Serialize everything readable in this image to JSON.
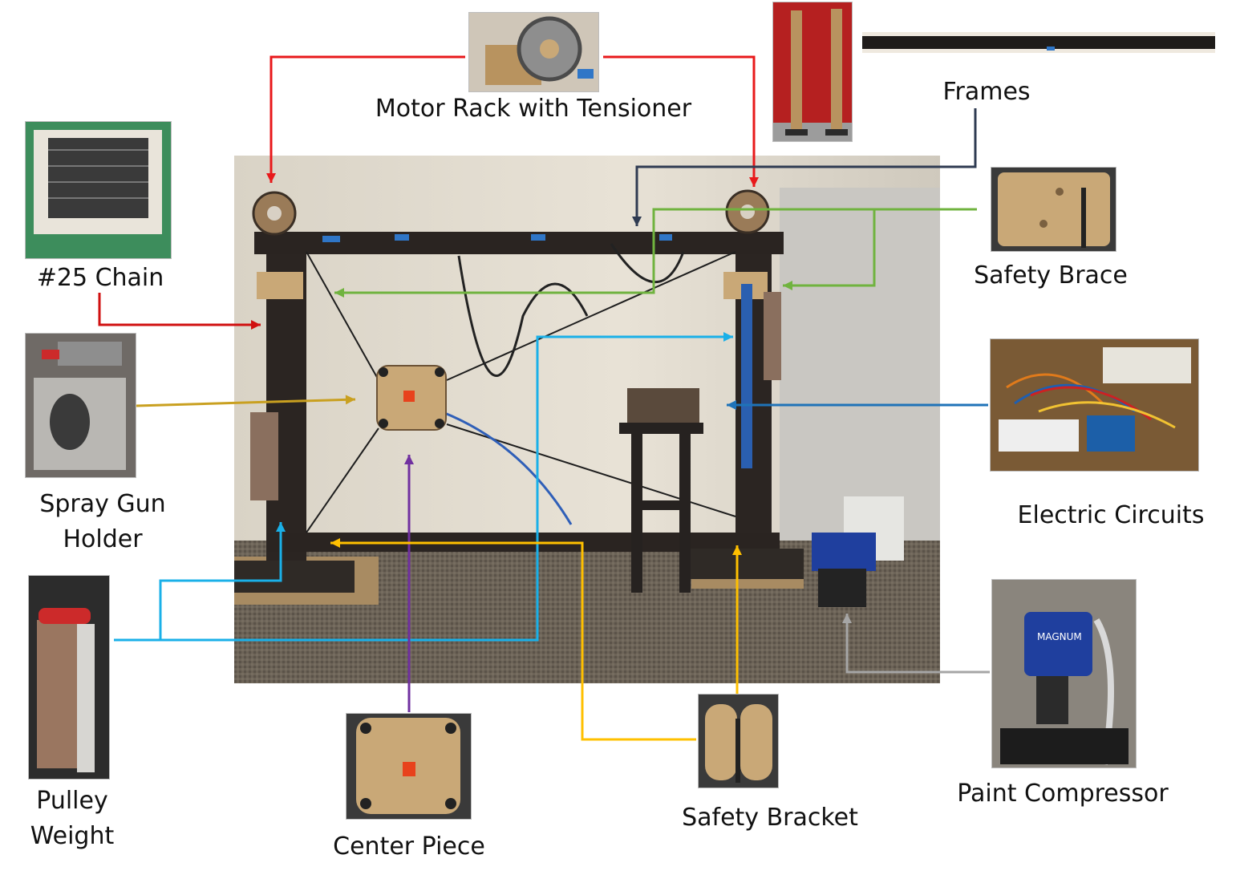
{
  "labels": {
    "motor_rack": "Motor Rack with Tensioner",
    "frames": "Frames",
    "chain": "#25 Chain",
    "safety_brace": "Safety Brace",
    "spray_gun_1": "Spray Gun",
    "spray_gun_2": "Holder",
    "electric_circuits": "Electric Circuits",
    "pulley_1": "Pulley",
    "pulley_2": "Weight",
    "center_piece": "Center Piece",
    "safety_bracket": "Safety Bracket",
    "paint_compressor": "Paint Compressor"
  },
  "device_text": {
    "brand": "MAGNUM"
  },
  "connector_colors": {
    "motor_rack": "#e8191b",
    "chain": "#d01010",
    "frames": "#2f3b52",
    "safety_brace": "#70b33f",
    "spray_gun_holder": "#c9a020",
    "pulley_weight": "#1ab0e8",
    "electric_circuits": "#1f73b8",
    "center_piece": "#7030a0",
    "safety_bracket": "#ffc000",
    "paint_compressor": "#a6a6a6"
  }
}
